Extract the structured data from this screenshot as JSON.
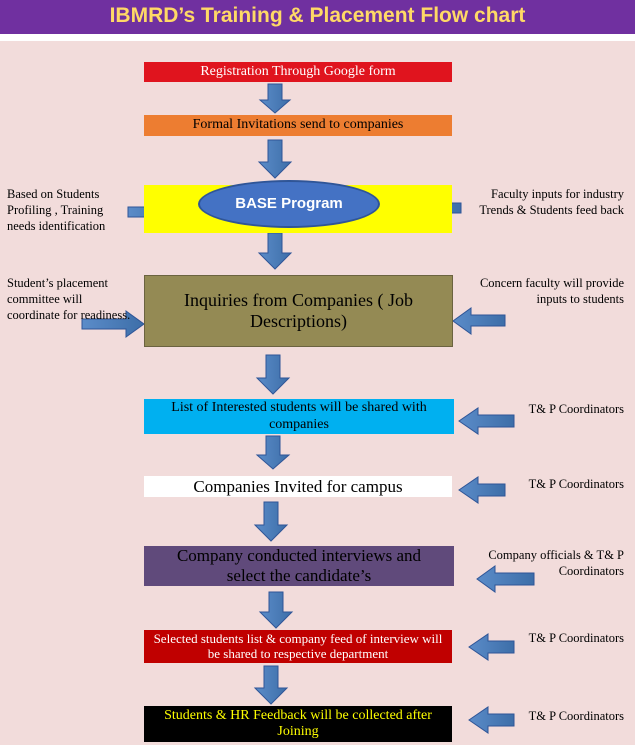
{
  "title": "IBMRD’s Training & Placement Flow chart",
  "steps": {
    "registration": "Registration Through Google form",
    "invitations": "Formal Invitations send to companies",
    "base_program": "BASE Program",
    "inquiries": "Inquiries  from Companies ( Job Descriptions)",
    "interested_list": "List of Interested students will be shared with companies",
    "companies_invited": "Companies Invited for campus",
    "interviews": "Company conducted interviews and select the candidate’s",
    "selected_list": "Selected students list & company feed of interview will be shared to  respective department",
    "feedback": "Students & HR Feedback will be collected after Joining"
  },
  "side_notes": {
    "base_left": "Based on Students Profiling , Training needs identification",
    "base_right": "Faculty inputs for industry Trends  & Students feed back",
    "inquiries_left": "Student’s placement committee will coordinate for readiness.",
    "inquiries_right": "Concern faculty will provide inputs to students",
    "interested_right": "T& P Coordinators",
    "invited_right": "T& P Coordinators",
    "interviews_right": "Company officials & T& P Coordinators",
    "selected_right": "T& P Coordinators",
    "feedback_right": "T& P Coordinators"
  },
  "colors": {
    "title_bg": "#7030a0",
    "title_text": "#ffd966",
    "canvas_bg": "#f2dcdb",
    "registration": "#e0141e",
    "invitations": "#ed7d31",
    "base_band": "#ffff00",
    "base_ellipse": "#4472c4",
    "inquiries": "#948a54",
    "interested_list": "#00b0f0",
    "companies_invited": "#ffffff",
    "interviews": "#604a7b",
    "selected_list": "#c00000",
    "feedback": "#000000",
    "arrow": "#4f81bd"
  }
}
